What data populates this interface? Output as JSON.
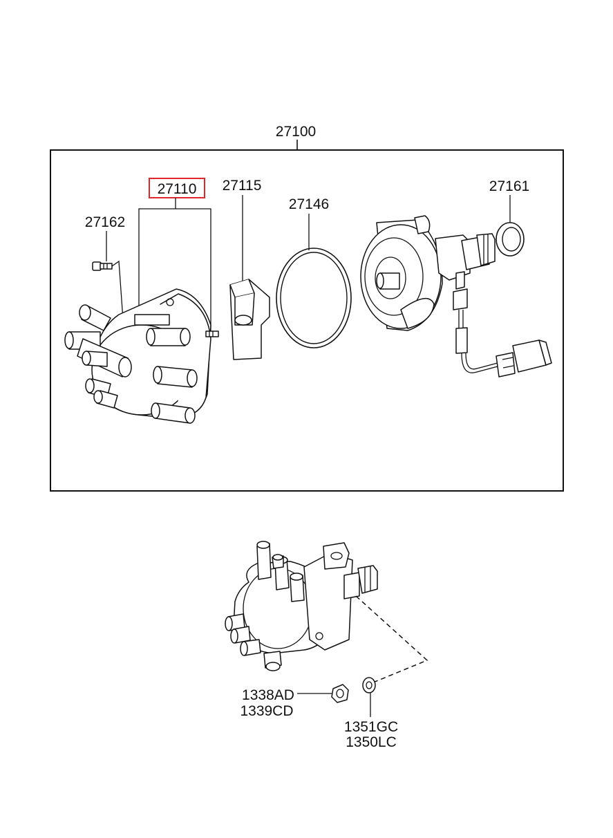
{
  "diagram": {
    "assembly_label": "27100",
    "highlighted_part": "27110",
    "highlight_color": "#e0262b",
    "callouts": {
      "cap": "27110",
      "rotor": "27115",
      "o_ring": "27146",
      "seal_ring": "27161",
      "screw": "27162",
      "nut_a": "1338AD",
      "nut_b": "1339CD",
      "washer_a": "1351GC",
      "washer_b": "1350LC"
    }
  }
}
